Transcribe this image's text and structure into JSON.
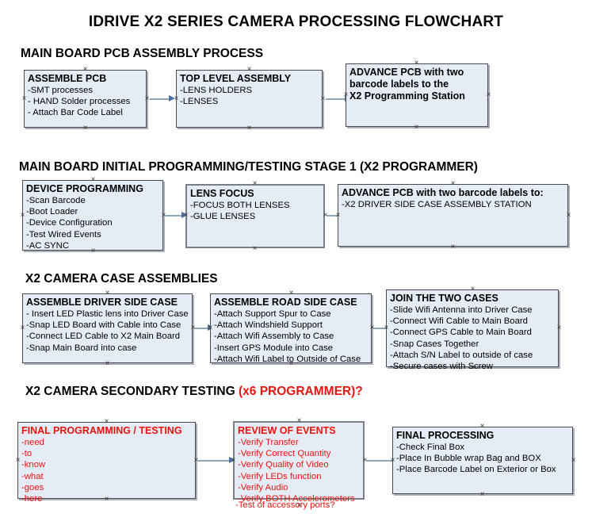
{
  "document": {
    "title": "IDRIVE X2  SERIES CAMERA PROCESSING FLOWCHART"
  },
  "colors": {
    "box_fill": "#e6ecf6",
    "box_border": "#2b2b2b",
    "accent_red": "#e8140f",
    "arrow_shaft": "#8fa7bd",
    "arrow_head": "#4a6fa5",
    "text": "#000000"
  },
  "sections": [
    {
      "heading": "MAIN BOARD PCB ASSEMBLY PROCESS",
      "heading_accent": "",
      "boxes": [
        {
          "title": "ASSEMBLE PCB",
          "title_color": "black",
          "lines": [
            "-SMT processes",
            "- HAND Solder processes",
            "- Attach Bar Code Label"
          ]
        },
        {
          "title": "TOP LEVEL ASSEMBLY",
          "title_color": "black",
          "lines": [
            "-LENS HOLDERS",
            "-LENSES"
          ]
        },
        {
          "title": "ADVANCE PCB with two",
          "title_color": "black",
          "lines": [
            "barcode labels to the",
            " X2 Programming Station"
          ]
        }
      ]
    },
    {
      "heading": "MAIN BOARD INITIAL PROGRAMMING/TESTING STAGE 1 (X2 PROGRAMMER)",
      "heading_accent": "",
      "boxes": [
        {
          "title": "DEVICE PROGRAMMING",
          "title_color": "black",
          "lines": [
            "-Scan Barcode",
            "-Boot Loader",
            "-Device Configuration",
            "-Test Wired Events",
            "-AC SYNC"
          ]
        },
        {
          "title": "LENS FOCUS",
          "title_color": "black",
          "lines": [
            "-FOCUS BOTH LENSES",
            "-GLUE LENSES"
          ]
        },
        {
          "title": "ADVANCE PCB with two barcode labels to:",
          "title_color": "black",
          "lines": [
            "-X2 DRIVER  SIDE  CASE  ASSEMBLY STATION"
          ]
        }
      ]
    },
    {
      "heading": "X2 CAMERA CASE ASSEMBLIES",
      "heading_accent": "",
      "boxes": [
        {
          "title": "ASSEMBLE DRIVER SIDE CASE",
          "title_color": "black",
          "lines": [
            "- Insert LED Plastic lens into Driver Case",
            "-Snap LED Board with Cable into Case",
            "-Connect LED Cable to X2 Main Board",
            "-Snap Main Board into case"
          ]
        },
        {
          "title": "ASSEMBLE ROAD SIDE CASE",
          "title_color": "black",
          "lines": [
            "-Attach Support Spur to Case",
            "-Attach Windshield Support",
            "-Attach Wifi Assembly to Case",
            "-Insert GPS Module into Case",
            "-Attach Wifi Label to Outside of Case"
          ]
        },
        {
          "title": "JOIN THE TWO CASES",
          "title_color": "black",
          "lines": [
            "-Slide Wifi Antenna into Driver Case",
            "-Connect Wifi Cable to Main Board",
            "-Connect GPS Cable to Main Board",
            "-Snap Cases Together",
            "-Attach S/N Label to outside of case",
            "-Secure cases with Screw"
          ]
        }
      ]
    },
    {
      "heading": "X2 CAMERA SECONDARY TESTING ",
      "heading_accent": "(x6 PROGRAMMER)?",
      "boxes": [
        {
          "title": "FINAL PROGRAMMING / TESTING",
          "title_color": "red",
          "lines": [
            "-need",
            "-to",
            "-know",
            "-what",
            "-goes",
            "-here"
          ]
        },
        {
          "title": "REVIEW OF EVENTS",
          "title_color": "red",
          "lines": [
            "-Verify Transfer",
            "-Verify Correct Quantity",
            "-Verify Quality of Video",
            "-Verify LEDs function",
            "-Verify Audio",
            "-Verify BOTH Accelerometers"
          ],
          "overflow_line": "-Test of accessory ports?"
        },
        {
          "title": "FINAL PROCESSING",
          "title_color": "black",
          "lines": [
            " -Check Final Box",
            "-Place In Bubble wrap Bag and BOX",
            "-Place Barcode Label on Exterior or Box"
          ]
        }
      ]
    }
  ]
}
